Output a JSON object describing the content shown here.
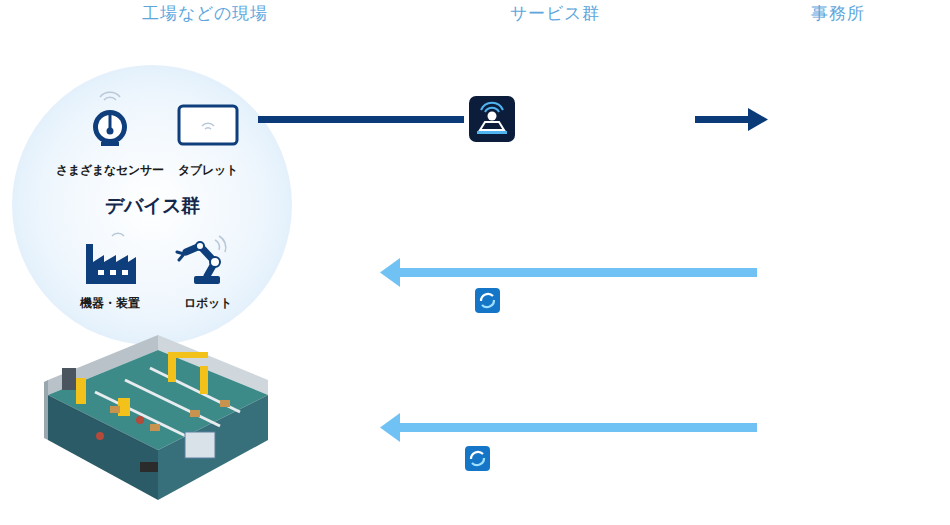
{
  "diagram": {
    "nodes": [
      {
        "text": [
          "デバイス群"
        ]
      }
    ],
    "labels": [
      "工場などの現場",
      "サービス群",
      "事務所",
      "さまざまなセンサー",
      "タブレット",
      "機器・装置",
      "ロボット"
    ]
  }
}
